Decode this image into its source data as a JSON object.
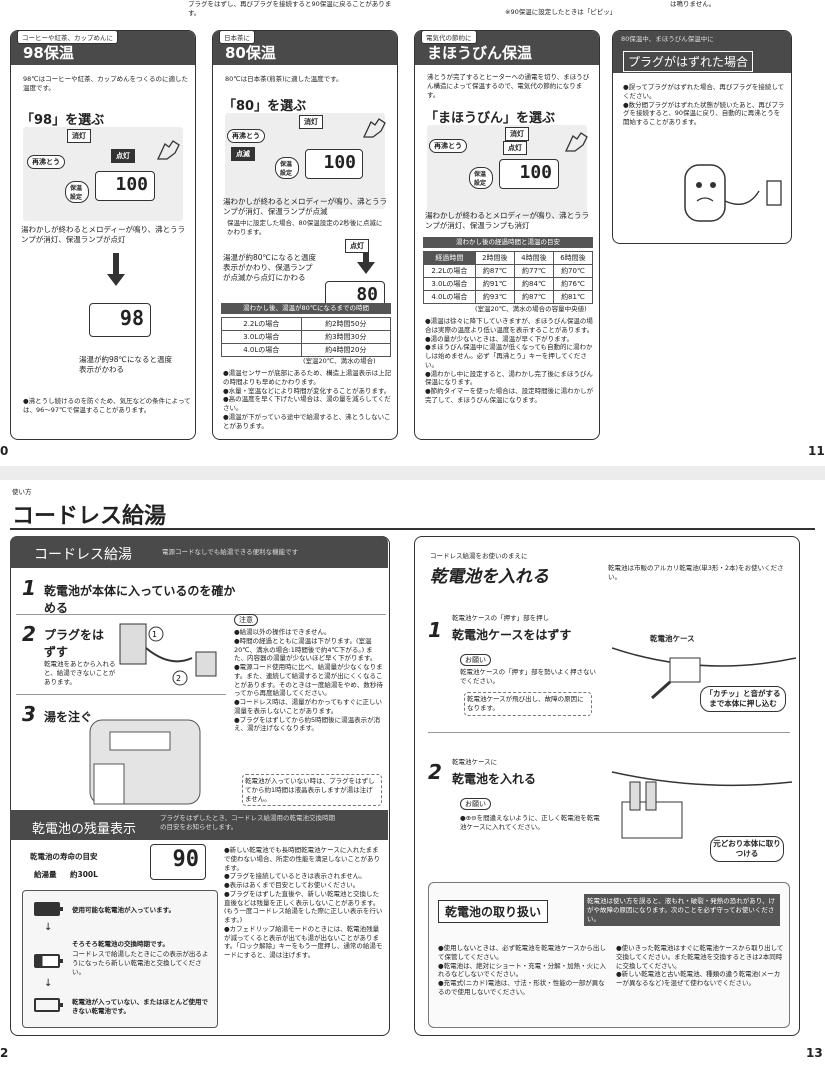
{
  "top": {
    "header_text": "プラグをはずし、再びプラグを接続すると90保温に戻ることがあります。",
    "header_right_note": "※90保温に設定したときは「ピピッ」",
    "header_right_note2": "は鳴りません。",
    "page_left": "0",
    "page_right": "11",
    "cards": [
      {
        "tag": "コーヒーや紅茶、カップめんに",
        "title": "98保温",
        "desc": "98℃はコーヒーや紅茶、カップめんをつくるのに適した温度です。",
        "select": "「98」を選ぶ",
        "btn_off": "消灯",
        "btn_reboil": "再沸とう",
        "btn_light": "点灯",
        "lbl_hold": "保温設定",
        "lcd_num": "100",
        "text1": "湯わかしが終わるとメロディーが鳴り、沸とうランプが消灯、保温ランプが点灯",
        "lcd_after": "98",
        "text2": "湯温が約98℃になると温度表示がかわる",
        "note": "●沸とうし続けるのを防ぐため、気圧などの条件によっては、96～97℃で保温することがあります。"
      },
      {
        "tag": "日本茶に",
        "title": "80保温",
        "desc": "80℃は日本茶(煎茶)に適した温度です。",
        "select": "「80」を選ぶ",
        "btn_off": "消灯",
        "btn_reboil": "再沸とう",
        "btn_light": "点滅",
        "lbl_hold": "保温設定",
        "lcd_num": "100",
        "text1": "湯わかしが終わるとメロディーが鳴り、沸とうランプが消灯、保温ランプが点滅",
        "text1_sub": "保温中に設定した場合、80保温設定の2秒後に点滅にかわります。",
        "btn_light2": "点灯",
        "text2": "湯温が約80℃になると温度表示がかわり、保温ランプが点滅から点灯にかわる",
        "lcd_after": "80",
        "table_title": "湯わかし後、湯温が80℃になるまでの時間",
        "table_rows": [
          [
            "2.2Lの場合",
            "約2時間50分"
          ],
          [
            "3.0Lの場合",
            "約3時間30分"
          ],
          [
            "4.0Lの場合",
            "約4時間20分"
          ]
        ],
        "table_note": "(室温20℃、満水の場合)",
        "notes": [
          "●湯温センサーが底部にあるため、構造上湯温表示は上記の時間よりも早めにかわります。",
          "●水量・室温などにより時間が変化することがあります。",
          "●高の温度を早く下げたい場合は、湯の量を減らしてください。",
          "●湯温が下がっている途中で給湯すると、沸とうしないことがあります。"
        ]
      },
      {
        "tag": "電気代の節約に",
        "title": "まほうびん保温",
        "desc": "沸とうが完了するとヒーターへの通電を切り、まほうびん構造によって保温するので、電気代の節約になります。",
        "select": "「まほうびん」を選ぶ",
        "btn_off": "消灯",
        "btn_reboil": "再沸とう",
        "btn_light": "点灯",
        "lbl_hold": "保温設定",
        "lcd_num": "100",
        "text1": "湯わかしが終わるとメロディーが鳴り、沸とうランプが消灯、保温ランプも消灯",
        "table_title": "湯わかし後の経過時間と湯温の目安",
        "table_head": [
          "経過時間",
          "2時間後",
          "4時間後",
          "6時間後"
        ],
        "table_rows": [
          [
            "2.2Lの場合",
            "約87℃",
            "約77℃",
            "約70℃"
          ],
          [
            "3.0Lの場合",
            "約91℃",
            "約84℃",
            "約76℃"
          ],
          [
            "4.0Lの場合",
            "約93℃",
            "約87℃",
            "約81℃"
          ]
        ],
        "table_note": "(室温20℃、満水の場合の容量中央値)",
        "notes": [
          "●湯温は徐々に降下していきますが、まほうびん保温の場合は実際の温度より低い温度を表示することがあります。",
          "●湯の量が少ないときは、湯温が早く下がります。",
          "●まほうびん保温中に湯温が低くなっても自動的に湯わかしは始めません。必ず「再沸とう」キーを押してください。",
          "●湯わかし中に設定すると、湯わかし完了後にまほうびん保温になります。",
          "●節約タイマーを使った場合は、設定時間後に湯わかしが完了して、まほうびん保温になります。"
        ]
      }
    ],
    "plug_card": {
      "tag": "80保温中、まほうびん保温中に",
      "title": "プラグがはずれた場合",
      "notes": [
        "●誤ってプラグがはずれた場合、再びプラグを接続してください。",
        "●数分間プラグがはずれた状態が続いたあと、再びプラグを接続すると、90保温に戻り、自動的に再沸とうを開始することがあります。"
      ]
    }
  },
  "bottom": {
    "section_label": "使い方",
    "page_title": "コードレス給湯",
    "page_left": "2",
    "page_right": "13",
    "cordless": {
      "bar_title": "コードレス給湯",
      "bar_sub": "電源コードなしでも給湯できる便利な機能です",
      "step1_num": "1",
      "step1": "乾電池が本体に入っているのを確かめる",
      "step2_num": "2",
      "step2": "プラグをはずす",
      "step2_sub": "乾電池をあとから入れると、給湯できないことがあります。",
      "step3_num": "3",
      "step3": "湯を注ぐ",
      "chui": "注意",
      "chui_notes": [
        "●給湯以外の操作はできません。",
        "●時間の経過とともに湯温は下がります。(室温20℃、満水の場合:1時間後で約4℃下がる。) また、内容器の湯量が少ないほど早く下がります。",
        "●電源コード使用時に比べ、給湯量が少なくなります。また、連続して給湯すると湯が出にくくなることがあります。そのときは一度給湯をやめ、数秒待ってから再度給湯してください。",
        "●コードレス時は、湯量がわかってもすぐに正しい湯量を表示しないことがあります。",
        "●プラグをはずしてから約5時間後に湯温表示が消え、湯が注げなくなります。"
      ],
      "chui_box": "乾電池が入っていない時は、プラグをはずしてから約1時間は液晶表示しますが湯は注げません。"
    },
    "battery_level": {
      "bar_title": "乾電池の残量表示",
      "bar_sub": "プラグをはずしたとき、コードレス給湯用の乾電池交換時期の目安をお知らせします。",
      "life_label": "乾電池の寿命の目安",
      "volume_label": "給湯量",
      "volume": "約300L",
      "lcd_num": "90",
      "levels": [
        {
          "title": "使用可能な乾電池が入っています。",
          "sub": ""
        },
        {
          "title": "そろそろ乾電池の交換時期です。",
          "sub": "コードレスで給湯したときにこの表示が出るようになったら新しい乾電池と交換してください。"
        },
        {
          "title": "乾電池が入っていない、またはほとんど使用できない乾電池です。",
          "sub": ""
        }
      ],
      "notes": [
        "●新しい乾電池でも長時間乾電池ケースに入れたままで使わない場合、所定の性能を満足しないことがあります。",
        "●プラグを接続しているときは表示されません。",
        "●表示はあくまで目安としてお使いください。",
        "●プラグをはずした直後や、新しい乾電池と交換した直後などは残量を正しく表示しないことがあります。(もう一度コードレス給湯をした際に正しい表示を行います。)",
        "●カフェドリップ給湯モードのときには、乾電池残量が減ってくると表示が出ても湯が出ないことがあります。「ロック解除」キーをもう一度押し、通常の給湯モードにすると、湯は注げます。"
      ]
    },
    "insert": {
      "pre": "コードレス給湯をお使いのまえに",
      "title": "乾電池を入れる",
      "desc": "乾電池は市販のアルカリ乾電池(単3形・2本)をお使いください。",
      "step1_num": "1",
      "step1_pre": "乾電池ケースの「押す」部を押し",
      "step1": "乾電池ケースをはずす",
      "case_label": "乾電池ケース",
      "onegai": "お願い",
      "onegai1": "乾電池ケースの「押す」部を勢いよく押さないでください。",
      "onegai1_box": "乾電池ケースが飛び出し、故障の原因になります。",
      "click_label": "「カチッ」と音がするまで本体に押し込む",
      "step2_num": "2",
      "step2_pre": "乾電池ケースに",
      "step2": "乾電池を入れる",
      "onegai2": "●⊕⊖を間違えないように、正しく乾電池を乾電池ケースに入れてください。",
      "return_label": "元どおり本体に取りつける",
      "handling_title": "乾電池の取り扱い",
      "handling_sub": "乾電池は使い方を誤ると、液もれ・破裂・発熱の恐れがあり、けがや故障の原因になります。次のことを必ず守ってお使いください。",
      "handling_left": [
        "●使用しないときは、必ず乾電池を乾電池ケースから出して保管してください。",
        "●乾電池は、絶対にショート・充電・分解・加熱・火に入れるなどしないでください。",
        "●充電式(ニカド)電池は、寸法・形状・性能の一部が異なるので使用しないでください。"
      ],
      "handling_right": [
        "●使いきった乾電池はすぐに乾電池ケースから取り出して交換してください。また乾電池を交換するときは2本同時に交換してください。",
        "●新しい乾電池と古い乾電池、種類の違う乾電池(メーカーが異なるなど)を混ぜて使わないでください。"
      ]
    }
  }
}
